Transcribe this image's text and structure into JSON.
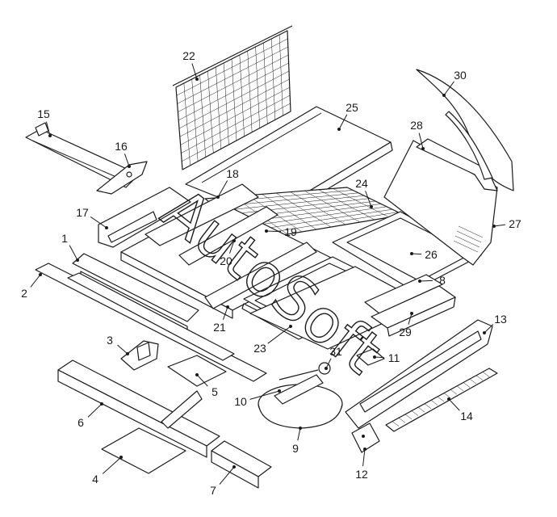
{
  "watermark": "AutoSoft",
  "callouts": [
    "1",
    "2",
    "3",
    "4",
    "5",
    "6",
    "7",
    "8",
    "9",
    "10",
    "11",
    "12",
    "13",
    "14",
    "15",
    "16",
    "17",
    "18",
    "19",
    "20",
    "21",
    "22",
    "23",
    "24",
    "25",
    "26",
    "27",
    "28",
    "29",
    "30",
    "31"
  ]
}
